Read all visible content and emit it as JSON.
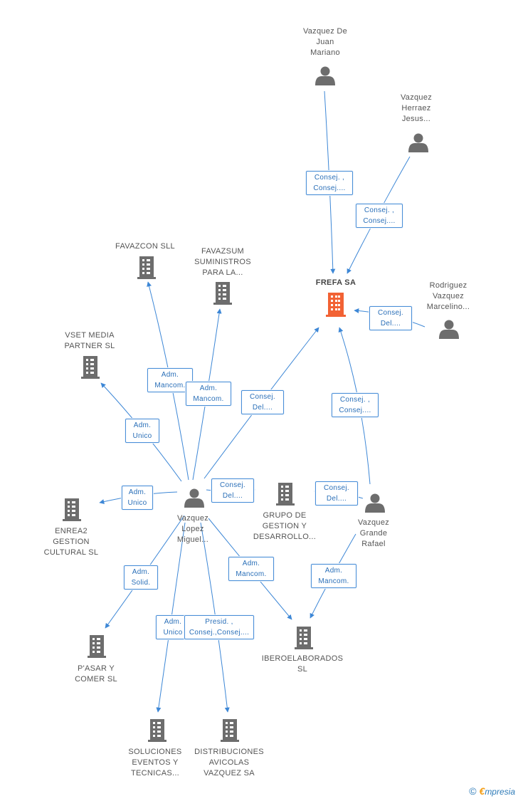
{
  "colors": {
    "edge": "#3d87d6",
    "building": "#6d6d6d",
    "focus": "#f26234",
    "person": "#6d6d6d",
    "role_text": "#2a6fb8"
  },
  "nodes": [
    {
      "id": "frefa",
      "type": "company-focus",
      "label": "FREFA SA"
    },
    {
      "id": "vdjm",
      "type": "person",
      "label": "Vazquez De\nJuan\nMariano"
    },
    {
      "id": "vhj",
      "type": "person",
      "label": "Vazquez\nHerraez\nJesus..."
    },
    {
      "id": "rvm",
      "type": "person",
      "label": "Rodriguez\nVazquez\nMarcelino..."
    },
    {
      "id": "vlm",
      "type": "person",
      "label": "Vazquez\nLopez\nMiguel..."
    },
    {
      "id": "vgr",
      "type": "person",
      "label": "Vazquez\nGrande\nRafael"
    },
    {
      "id": "favazcon",
      "type": "company",
      "label": "FAVAZCON SLL"
    },
    {
      "id": "favazsum",
      "type": "company",
      "label": "FAVAZSUM\nSUMINISTROS\nPARA LA..."
    },
    {
      "id": "vset",
      "type": "company",
      "label": "VSET MEDIA\nPARTNER SL"
    },
    {
      "id": "enrea",
      "type": "company",
      "label": "ENREA2\nGESTION\nCULTURAL  SL"
    },
    {
      "id": "grupo",
      "type": "company",
      "label": "GRUPO DE\nGESTION Y\nDESARROLLO..."
    },
    {
      "id": "pasar",
      "type": "company",
      "label": "P'ASAR Y\nCOMER SL"
    },
    {
      "id": "ibero",
      "type": "company",
      "label": "IBEROELABORADOS\nSL"
    },
    {
      "id": "soluciones",
      "type": "company",
      "label": "SOLUCIONES\nEVENTOS Y\nTECNICAS..."
    },
    {
      "id": "distribuciones",
      "type": "company",
      "label": "DISTRIBUCIONES\nAVICOLAS\nVAZQUEZ SA"
    }
  ],
  "edges": [
    {
      "id": "e1",
      "from": "vdjm",
      "to": "frefa",
      "label": "Consej. ,\nConsej...."
    },
    {
      "id": "e2",
      "from": "vhj",
      "to": "frefa",
      "label": "Consej. ,\nConsej...."
    },
    {
      "id": "e3",
      "from": "rvm",
      "to": "frefa",
      "label": "Consej.\nDel...."
    },
    {
      "id": "e4",
      "from": "vlm",
      "to": "frefa",
      "label": "Consej.\nDel...."
    },
    {
      "id": "e5",
      "from": "vgr",
      "to": "frefa",
      "label": "Consej. ,\nConsej...."
    },
    {
      "id": "e6",
      "from": "vlm",
      "to": "favazcon",
      "label": "Adm.\nMancom."
    },
    {
      "id": "e7",
      "from": "vlm",
      "to": "favazsum",
      "label": "Adm.\nMancom."
    },
    {
      "id": "e8",
      "from": "vlm",
      "to": "vset",
      "label": "Adm.\nUnico"
    },
    {
      "id": "e9",
      "from": "vlm",
      "to": "enrea",
      "label": "Adm.\nUnico"
    },
    {
      "id": "e10",
      "from": "vlm",
      "to": "grupo",
      "label": "Consej.\nDel...."
    },
    {
      "id": "e11",
      "from": "vgr",
      "to": "grupo",
      "label": "Consej.\nDel...."
    },
    {
      "id": "e12",
      "from": "vlm",
      "to": "pasar",
      "label": "Adm.\nSolid."
    },
    {
      "id": "e13",
      "from": "vlm",
      "to": "ibero",
      "label": "Adm.\nMancom."
    },
    {
      "id": "e14",
      "from": "vgr",
      "to": "ibero",
      "label": "Adm.\nMancom."
    },
    {
      "id": "e15",
      "from": "vlm",
      "to": "soluciones",
      "label": "Adm.\nUnico"
    },
    {
      "id": "e16",
      "from": "vlm",
      "to": "distribuciones",
      "label": "Presid. ,\nConsej.,Consej...."
    }
  ],
  "footer": {
    "copyright_symbol": "©",
    "brand_initial": "€",
    "brand_rest": "mpresia"
  }
}
